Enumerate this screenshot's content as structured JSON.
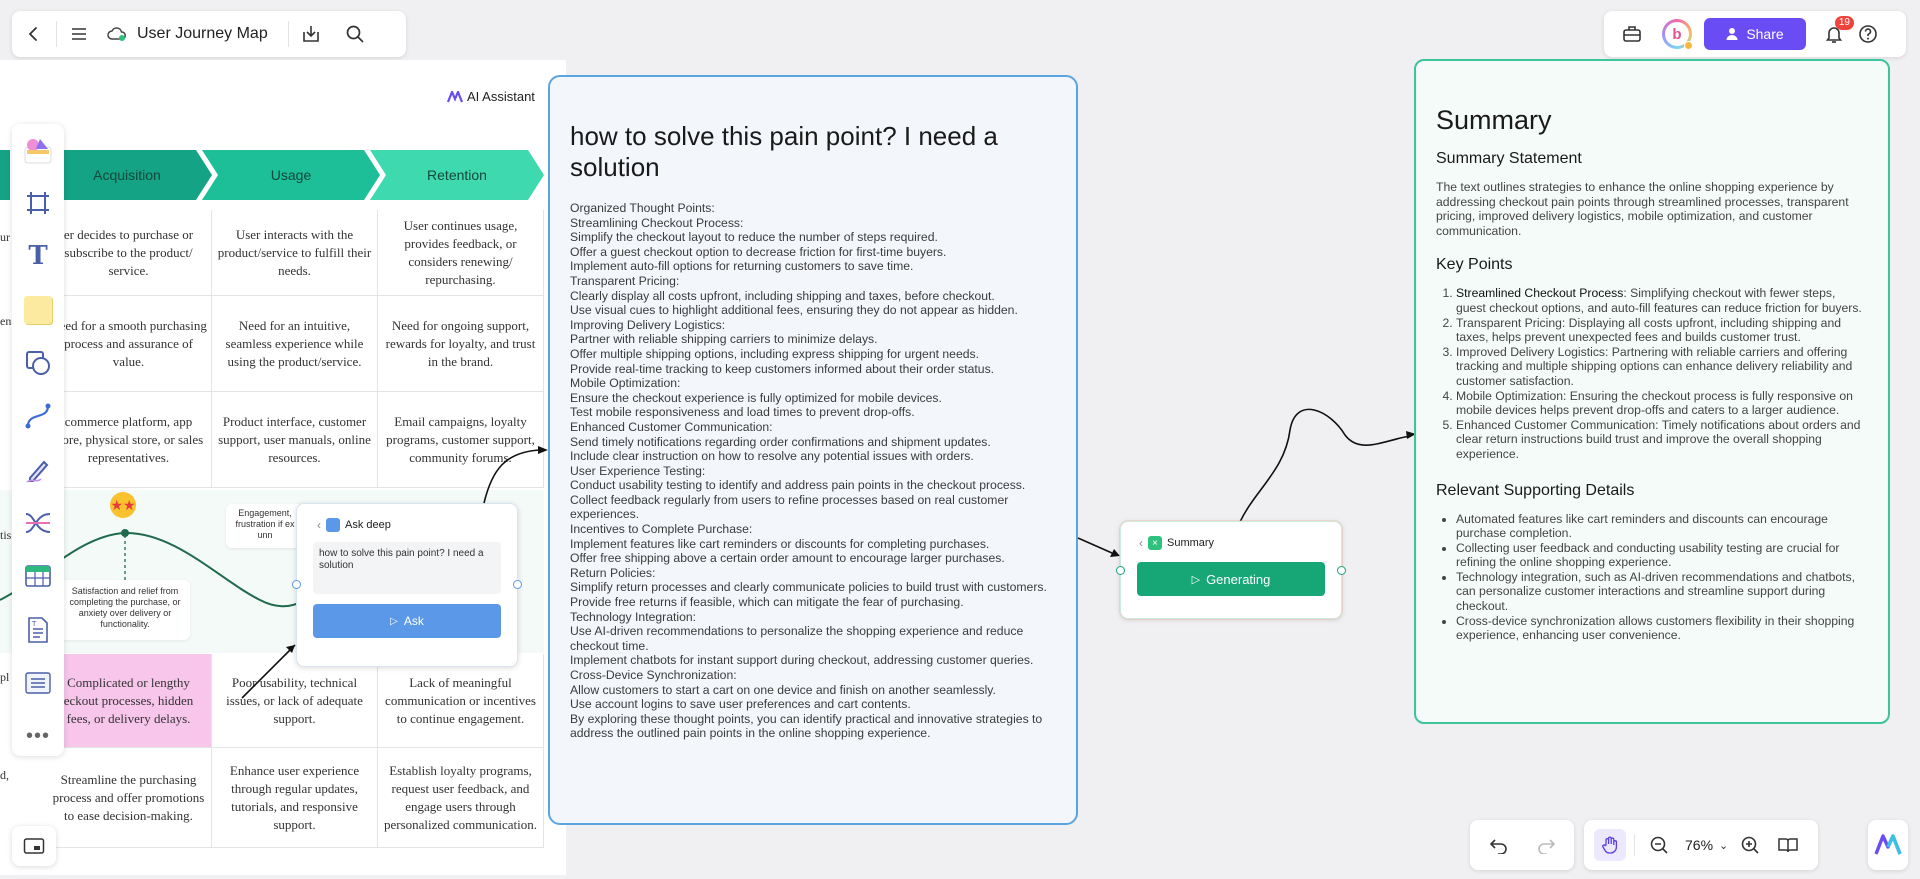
{
  "header": {
    "doc_title": "User Journey Map"
  },
  "top_right": {
    "share_label": "Share",
    "notification_count": "19"
  },
  "canvas": {
    "ai_assistant_label": "AI Assistant",
    "stages": [
      "Acquisition",
      "Usage",
      "Retention"
    ],
    "left_col_fragments": [
      "ur",
      "en",
      "tis",
      "pl",
      "d,"
    ],
    "rows": [
      [
        "er decides to purchase or subscribe to the product/ service.",
        "User interacts with the product/service to fulfill their needs.",
        "User continues usage, provides feedback, or considers renewing/ repurchasing."
      ],
      [
        "Need for a smooth purchasing process and assurance of value.",
        "Need for an intuitive, seamless experience while using the product/service.",
        "Need for ongoing support, rewards for loyalty, and trust in the brand."
      ],
      [
        "commerce platform, app store, physical store, or sales representatives.",
        "Product interface, customer support, user manuals, online resources.",
        "Email campaigns, loyalty programs, customer support, community forums."
      ],
      [
        "Complicated or lengthy eckout processes, hidden fees, or delivery delays.",
        "Poor usability, technical issues, or lack of adequate support.",
        "Lack of meaningful communication or incentives to continue engagement."
      ],
      [
        "Streamline the purchasing process and offer promotions to ease decision-making.",
        "Enhance user experience through regular updates, tutorials, and responsive support.",
        "Establish loyalty programs, request user feedback, and engage users through personalized communication."
      ]
    ],
    "emotion_note_1": "Satisfaction and relief from completing the purchase, or anxiety over delivery or functionality.",
    "emotion_note_2": "Engagement, frustration if ex unn"
  },
  "ask_card": {
    "title": "Ask deep",
    "question": "how to solve this pain point? I need a solution",
    "button": "Ask"
  },
  "answer": {
    "title": "how to solve this pain point? I need a solution",
    "lines": [
      "Organized Thought Points:",
      "Streamlining Checkout Process:",
      "Simplify the checkout layout to reduce the number of steps required.",
      "Offer a guest checkout option to decrease friction for first-time buyers.",
      "Implement auto-fill options for returning customers to save time.",
      "Transparent Pricing:",
      "Clearly display all costs upfront, including shipping and taxes, before checkout.",
      "Use visual cues to highlight additional fees, ensuring they do not appear as hidden.",
      "Improving Delivery Logistics:",
      "Partner with reliable shipping carriers to minimize delays.",
      "Offer multiple shipping options, including express shipping for urgent needs.",
      "Provide real-time tracking to keep customers informed about their order status.",
      "Mobile Optimization:",
      "Ensure the checkout experience is fully optimized for mobile devices.",
      "Test mobile responsiveness and load times to prevent drop-offs.",
      "Enhanced Customer Communication:",
      "Send timely notifications regarding order confirmations and shipment updates.",
      "Include clear instruction on how to resolve any potential issues with orders.",
      "User Experience Testing:",
      "Conduct usability testing to identify and address pain points in the checkout process.",
      "Collect feedback regularly from users to refine processes based on real customer experiences.",
      "Incentives to Complete Purchase:",
      "Implement features like cart reminders or discounts for completing purchases.",
      "Offer free shipping above a certain order amount to encourage larger purchases.",
      "Return Policies:",
      "Simplify return processes and clearly communicate policies to build trust with customers.",
      "Provide free returns if feasible, which can mitigate the fear of purchasing.",
      "Technology Integration:",
      "Use AI-driven recommendations to personalize the shopping experience and reduce checkout time.",
      "Implement chatbots for instant support during checkout, addressing customer queries.",
      "Cross-Device Synchronization:",
      "Allow customers to start a cart on one device and finish on another seamlessly.",
      "Use account logins to save user preferences and cart contents.",
      "By exploring these thought points, you can identify practical and innovative strategies to address the outlined pain points in the online shopping experience."
    ]
  },
  "summary_card": {
    "title": "Summary",
    "button": "Generating"
  },
  "summary": {
    "title": "Summary",
    "statement_heading": "Summary Statement",
    "statement": "The text outlines strategies to enhance the online shopping experience by addressing checkout pain points through streamlined processes, transparent pricing, improved delivery logistics, mobile optimization, and customer communication.",
    "key_points_heading": "Key Points",
    "key_points": [
      {
        "bold": "Streamlined Checkout Process",
        "text": ": Simplifying checkout with fewer steps, guest checkout options, and auto-fill features can reduce friction for buyers."
      },
      {
        "bold": "",
        "text": "Transparent Pricing: Displaying all costs upfront, including shipping and taxes, helps prevent unexpected fees and builds customer trust."
      },
      {
        "bold": "",
        "text": "Improved Delivery Logistics: Partnering with reliable carriers and offering tracking and multiple shipping options can enhance delivery reliability and customer satisfaction."
      },
      {
        "bold": "",
        "text": "Mobile Optimization: Ensuring the checkout process is fully responsive on mobile devices helps prevent drop-offs and caters to a larger audience."
      },
      {
        "bold": "",
        "text": "Enhanced Customer Communication: Timely notifications about orders and clear return instructions build trust and improve the overall shopping experience."
      }
    ],
    "details_heading": "Relevant Supporting Details",
    "details": [
      "Automated features like cart reminders and discounts can encourage purchase completion.",
      "Collecting user feedback and conducting usability testing are crucial for refining the online shopping experience.",
      "Technology integration, such as AI-driven recommendations and chatbots, can personalize customer interactions and streamline support during checkout.",
      "Cross-device synchronization allows customers flexibility in their shopping experience, enhancing user convenience."
    ]
  },
  "bottom": {
    "zoom": "76%"
  },
  "colors": {
    "accent": "#6a4cf5",
    "stage_1": "#14a384",
    "stage_2": "#1cbf98",
    "stage_3": "#3fd9b0",
    "pain_highlight": "#f7c6ea",
    "generate_green": "#17a675",
    "ask_blue": "#5b98e8"
  }
}
